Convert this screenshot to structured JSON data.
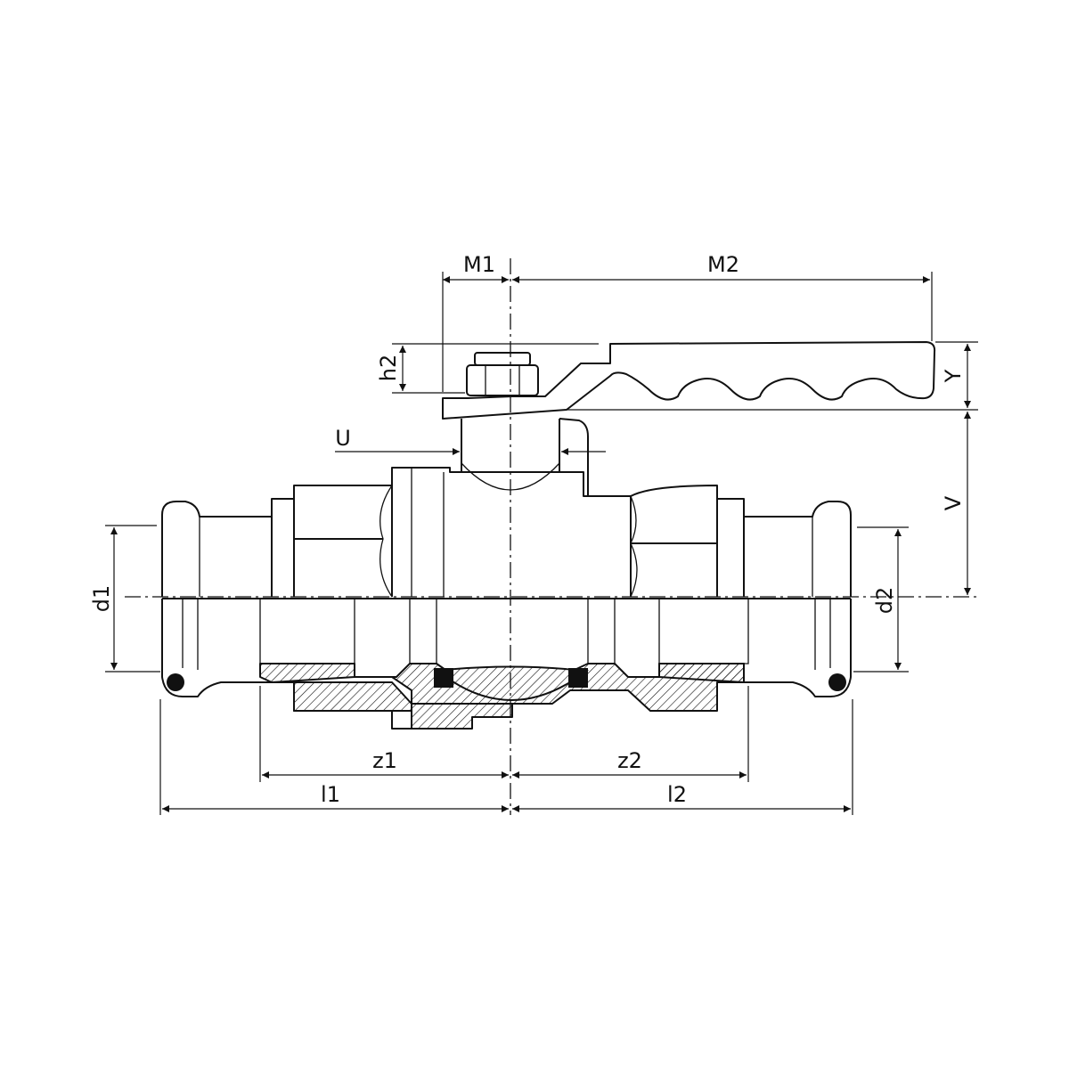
{
  "labels": {
    "M1": "M1",
    "M2": "M2",
    "h2": "h2",
    "Y": "Y",
    "U": "U",
    "V": "V",
    "d1": "d1",
    "d2": "d2",
    "z1": "z1",
    "z2": "z2",
    "l1": "l1",
    "l2": "l2"
  }
}
